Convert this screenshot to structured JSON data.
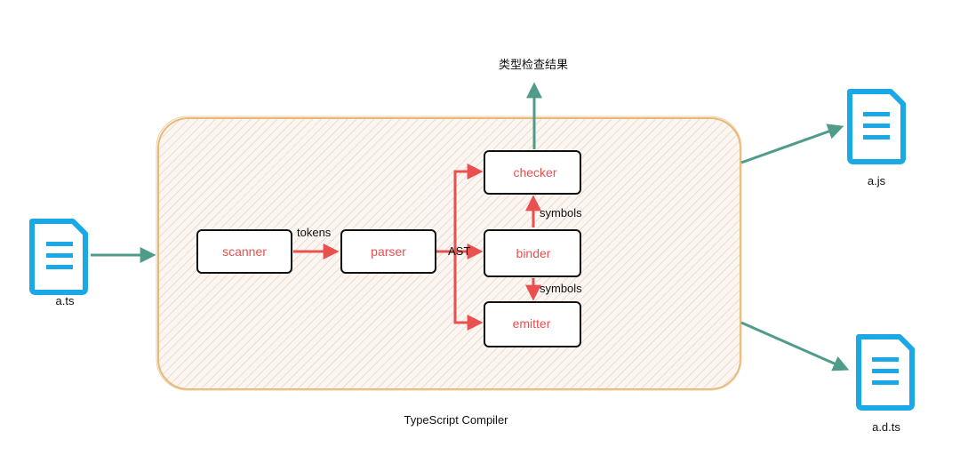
{
  "compiler": {
    "title": "TypeScript Compiler"
  },
  "stages": {
    "scanner": "scanner",
    "parser": "parser",
    "binder": "binder",
    "checker": "checker",
    "emitter": "emitter"
  },
  "edges": {
    "tokens": "tokens",
    "ast": "AST",
    "symbols_up": "symbols",
    "symbols_down": "symbols"
  },
  "files": {
    "input": "a.ts",
    "output_js": "a.js",
    "output_dts": "a.d.ts"
  },
  "result": {
    "label": "类型检查结果"
  },
  "colors": {
    "stage_text": "#e8514f",
    "red_arrow": "#e8514f",
    "teal_arrow": "#4f9c8a",
    "file_icon": "#1aa9e6",
    "container_border": "#e6b97a",
    "container_hatch": "#e9cfc0"
  },
  "icons": {
    "file": "document-icon"
  }
}
